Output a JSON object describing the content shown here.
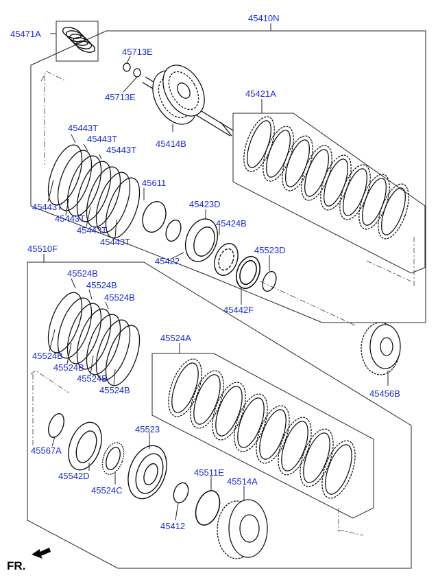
{
  "title": "Transmission clutch parts diagram",
  "colors": {
    "label": "#1a2bd6",
    "line": "#222222",
    "part": "#111111"
  },
  "orientation": "FR.",
  "labels": {
    "p45410N": "45410N",
    "p45471A": "45471A",
    "p45713E_top": "45713E",
    "p45713E_bottom": "45713E",
    "p45414B": "45414B",
    "p45421A": "45421A",
    "p45443T_1": "45443T",
    "p45443T_2": "45443T",
    "p45443T_3": "45443T",
    "p45443T_4": "45443T",
    "p45443T_5": "45443T",
    "p45443T_6": "45443T",
    "p45443T_7": "45443T",
    "p45611": "45611",
    "p45423D": "45423D",
    "p45424B": "45424B",
    "p45422": "45422",
    "p45523D": "45523D",
    "p45442F": "45442F",
    "p45510F": "45510F",
    "p45524B_1": "45524B",
    "p45524B_2": "45524B",
    "p45524B_3": "45524B",
    "p45524B_4": "45524B",
    "p45524B_5": "45524B",
    "p45524B_6": "45524B",
    "p45524B_7": "45524B",
    "p45524A": "45524A",
    "p45456B": "45456B",
    "p45567A": "45567A",
    "p45542D": "45542D",
    "p45523": "45523",
    "p45524C": "45524C",
    "p45511E": "45511E",
    "p45514A": "45514A",
    "p45412": "45412"
  }
}
